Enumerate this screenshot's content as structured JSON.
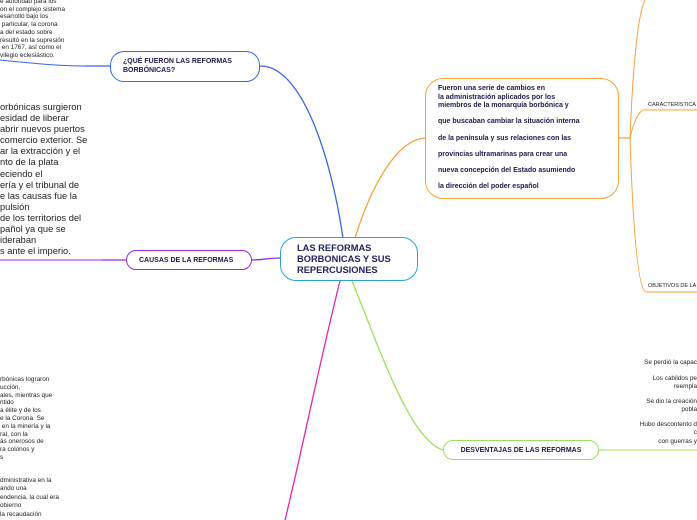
{
  "central": {
    "line1": "LAS REFORMAS",
    "line2": "BORBONICAS Y SUS",
    "line3": "REPERCUSIONES"
  },
  "nodes": {
    "que_fueron": {
      "line1": "¿QUÉ FUERON LAS REFORMAS",
      "line2": "BORBÓNICAS?"
    },
    "causas": "CAUSAS DE LA REFORMAS",
    "desventajas": "DESVENTAJAS DE LAS REFORMAS",
    "fueron": [
      "Fueron una serie de cambios en",
      "la administración aplicados por los",
      "miembros de la monarquía borbónica y",
      "",
      "que buscaban cambiar la situación interna",
      "",
      "de la península y sus relaciones con las",
      "",
      "provincias ultramarinas para crear una",
      "",
      "nueva concepción del Estado asumiendo",
      "",
      "la dirección del poder español"
    ],
    "caracteristicas": "CARACTERISTICA",
    "objetivos": "OBJETIVOS DE LA"
  },
  "texts": {
    "top": "e autoridad para los\non el complejo sistema\nesarrolló bajo los\n particular, la corona\na del estado sobre\nresultó en la supresión\n en 1767, así como el\nvilegio eclesiástico.",
    "causas": "orbónicas surgieron\nesidad de liberar\nabrir nuevos puertos\ncomercio exterior. Se\nar la extracción y el\nnto de la plata\neciendo el\nería y el tribunal de\ne las causas fue la\npulsión\nde los territorios del\npañol ya que se\nideraban\ns ante el imperio.",
    "bottom1": "rbónicas lograron\nucción,\nales, mientras que\nntido\na élite y de los\ne la Corona. Se\n en la minería y la\nral, con la\nás onerosos de\nra colonos y\ns",
    "bottom2": "dministrativa en la\nando una\nendencia, la cual era\nobierno\nla recaudación"
  },
  "desventajas_items": [
    "Se perdió la capac",
    "Los cabildos pe\nreempla",
    "Se dio la creación\npobla",
    "Hubo descontento d\nc\ncon guerras y"
  ],
  "colors": {
    "central": "#2aa6c8",
    "que_fueron": "#3a66e0",
    "causas": "#9b2ad8",
    "desventajas": "#9be05a",
    "fueron": "#f4a23a",
    "bottom": "#e02aa8"
  }
}
